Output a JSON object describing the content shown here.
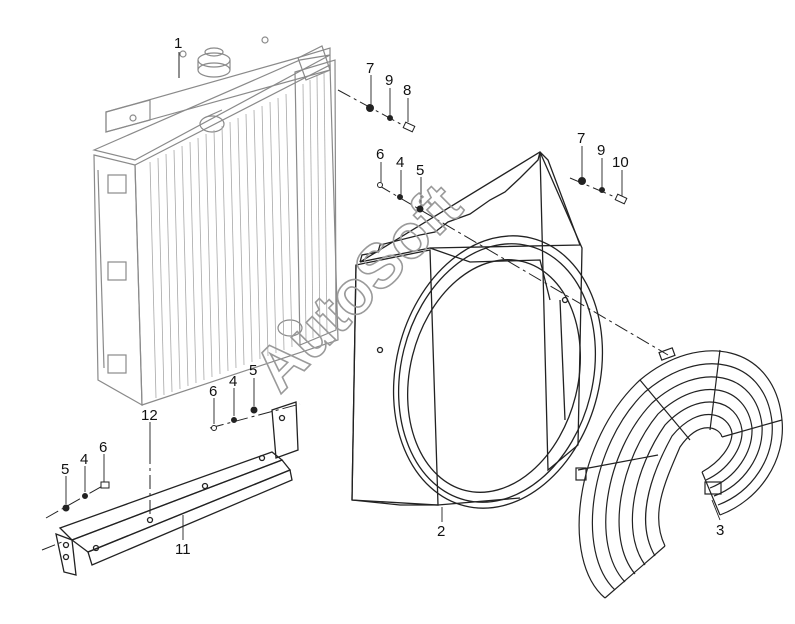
{
  "watermark": "AutoSoft",
  "callouts": {
    "c1": "1",
    "c7a": "7",
    "c9a": "9",
    "c8": "8",
    "c6a": "6",
    "c4a": "4",
    "c5a": "5",
    "c7b": "7",
    "c9b": "9",
    "c10": "10",
    "c6b": "6",
    "c4b": "4",
    "c5b": "5",
    "c12": "12",
    "c5c": "5",
    "c4c": "4",
    "c6c": "6",
    "c11": "11",
    "c2": "2",
    "c3": "3"
  },
  "colors": {
    "line": "#222222",
    "light": "#9a9a9a",
    "bg": "#ffffff"
  }
}
